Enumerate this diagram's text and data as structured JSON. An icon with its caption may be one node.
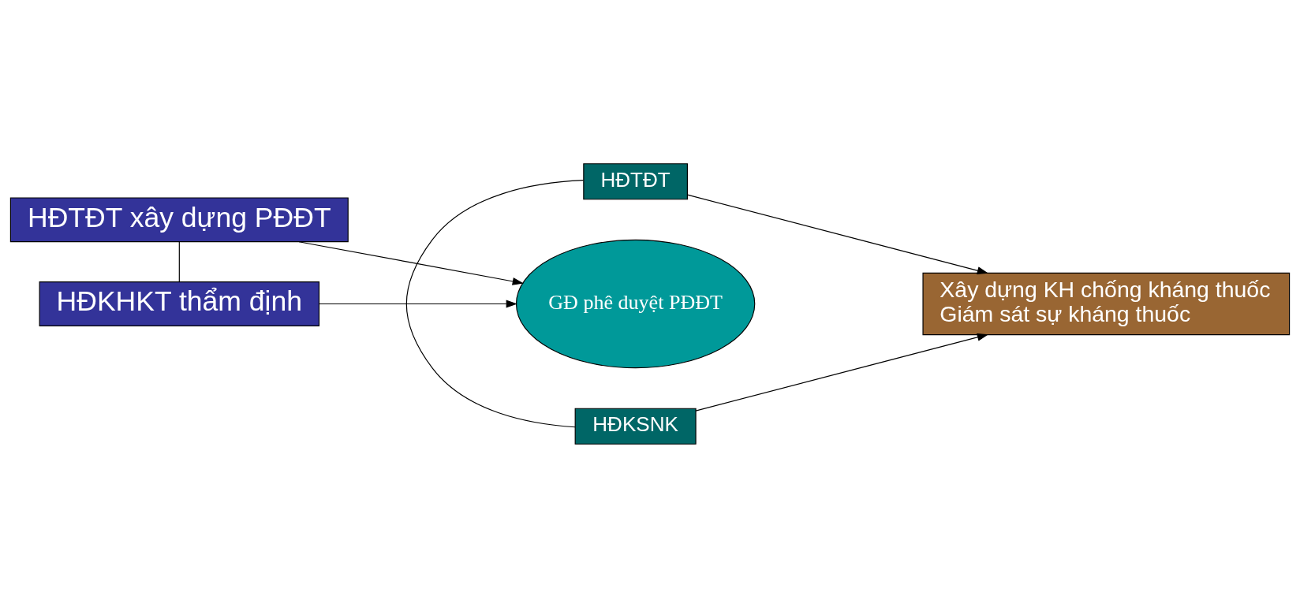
{
  "diagram": {
    "nodes": [
      {
        "text": [
          "HĐTĐT xây dựng PĐĐT"
        ]
      },
      {
        "text": [
          "HĐKHKT thẩm định"
        ]
      },
      {
        "text": [
          "GĐ phê duyệt PĐĐT"
        ]
      },
      {
        "text": [
          "HĐTĐT"
        ]
      },
      {
        "text": [
          "HĐKSNK"
        ]
      },
      {
        "text": [
          "Xây dựng KH chống kháng thuốc",
          "Giám sát sự kháng thuốc"
        ]
      }
    ],
    "edges": [
      {
        "from": 0,
        "to": 1,
        "arrow": "none"
      },
      {
        "from": 0,
        "to": 2,
        "arrow": "to"
      },
      {
        "from": 1,
        "to": 2,
        "arrow": "to"
      },
      {
        "from": 3,
        "to": 4,
        "arrow": "none"
      },
      {
        "from": 3,
        "to": 5,
        "arrow": "to"
      },
      {
        "from": 4,
        "to": 5,
        "arrow": "to"
      }
    ]
  }
}
